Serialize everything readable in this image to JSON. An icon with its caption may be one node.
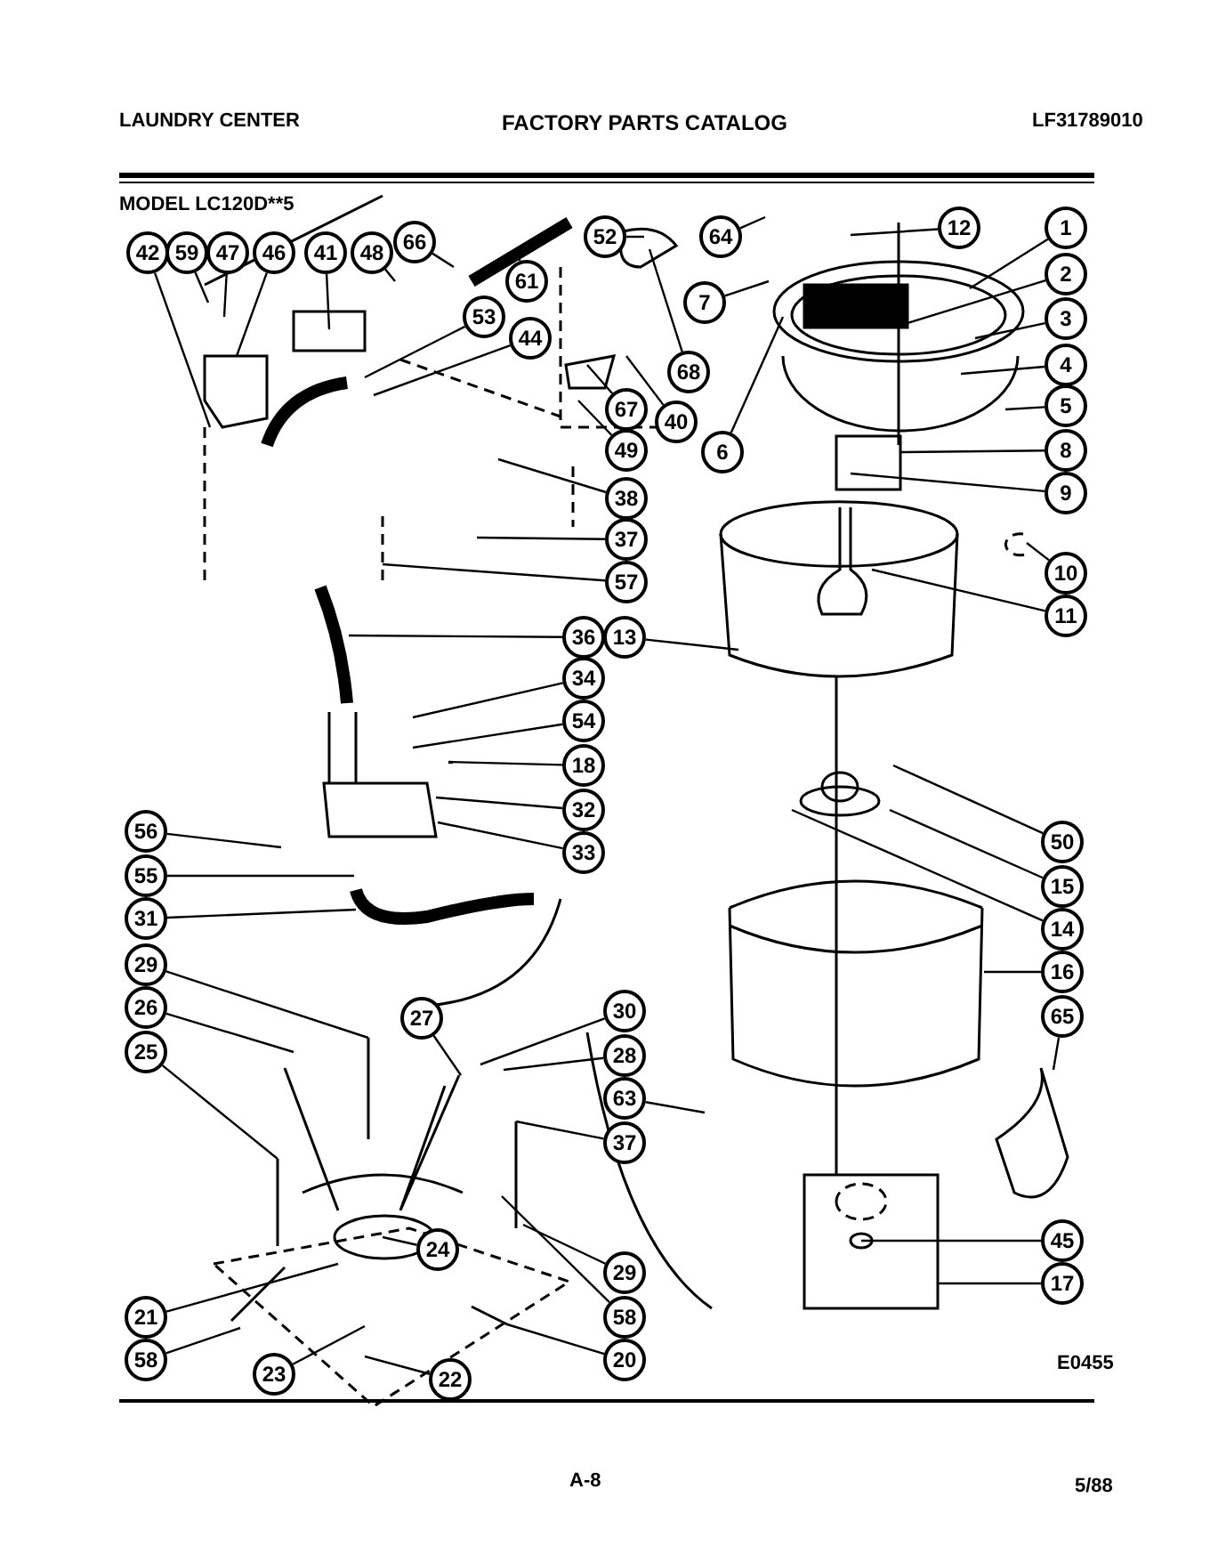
{
  "diagram": {
    "nodes": [
      {
        "text": [
          "42"
        ]
      },
      {
        "text": [
          "59"
        ]
      },
      {
        "text": [
          "47"
        ]
      },
      {
        "text": [
          "46"
        ]
      },
      {
        "text": [
          "41"
        ]
      },
      {
        "text": [
          "48"
        ]
      },
      {
        "text": [
          "66"
        ]
      },
      {
        "text": [
          "52"
        ]
      },
      {
        "text": [
          "64"
        ]
      },
      {
        "text": [
          "12"
        ]
      },
      {
        "text": [
          "1"
        ]
      },
      {
        "text": [
          "61"
        ]
      },
      {
        "text": [
          "7"
        ]
      },
      {
        "text": [
          "2"
        ]
      },
      {
        "text": [
          "53"
        ]
      },
      {
        "text": [
          "44"
        ]
      },
      {
        "text": [
          "3"
        ]
      },
      {
        "text": [
          "68"
        ]
      },
      {
        "text": [
          "4"
        ]
      },
      {
        "text": [
          "67"
        ]
      },
      {
        "text": [
          "40"
        ]
      },
      {
        "text": [
          "5"
        ]
      },
      {
        "text": [
          "49"
        ]
      },
      {
        "text": [
          "6"
        ]
      },
      {
        "text": [
          "8"
        ]
      },
      {
        "text": [
          "9"
        ]
      },
      {
        "text": [
          "38"
        ]
      },
      {
        "text": [
          "37"
        ]
      },
      {
        "text": [
          "57"
        ]
      },
      {
        "text": [
          "10"
        ]
      },
      {
        "text": [
          "11"
        ]
      },
      {
        "text": [
          "36"
        ]
      },
      {
        "text": [
          "13"
        ]
      },
      {
        "text": [
          "34"
        ]
      },
      {
        "text": [
          "54"
        ]
      },
      {
        "text": [
          "18"
        ]
      },
      {
        "text": [
          "32"
        ]
      },
      {
        "text": [
          "33"
        ]
      },
      {
        "text": [
          "56"
        ]
      },
      {
        "text": [
          "55"
        ]
      },
      {
        "text": [
          "31"
        ]
      },
      {
        "text": [
          "29"
        ]
      },
      {
        "text": [
          "26"
        ]
      },
      {
        "text": [
          "25"
        ]
      },
      {
        "text": [
          "27"
        ]
      },
      {
        "text": [
          "30"
        ]
      },
      {
        "text": [
          "28"
        ]
      },
      {
        "text": [
          "63"
        ]
      },
      {
        "text": [
          "37"
        ]
      },
      {
        "text": [
          "50"
        ]
      },
      {
        "text": [
          "15"
        ]
      },
      {
        "text": [
          "14"
        ]
      },
      {
        "text": [
          "16"
        ]
      },
      {
        "text": [
          "65"
        ]
      },
      {
        "text": [
          "29"
        ]
      },
      {
        "text": [
          "58"
        ]
      },
      {
        "text": [
          "20"
        ]
      },
      {
        "text": [
          "24"
        ]
      },
      {
        "text": [
          "21"
        ]
      },
      {
        "text": [
          "58"
        ]
      },
      {
        "text": [
          "23"
        ]
      },
      {
        "text": [
          "22"
        ]
      },
      {
        "text": [
          "45"
        ]
      },
      {
        "text": [
          "17"
        ]
      }
    ],
    "edges": [
      {
        "from": 0,
        "to": null,
        "arrow": "none"
      },
      {
        "from": 1,
        "to": null,
        "arrow": "none"
      },
      {
        "from": 2,
        "to": null,
        "arrow": "none"
      },
      {
        "from": 3,
        "to": null,
        "arrow": "none"
      },
      {
        "from": 4,
        "to": null,
        "arrow": "none"
      },
      {
        "from": 5,
        "to": null,
        "arrow": "none"
      },
      {
        "from": 6,
        "to": null,
        "arrow": "none"
      },
      {
        "from": 7,
        "to": null,
        "arrow": "none"
      },
      {
        "from": 8,
        "to": null,
        "arrow": "none"
      },
      {
        "from": 9,
        "to": null,
        "arrow": "none"
      },
      {
        "from": 10,
        "to": null,
        "arrow": "none"
      },
      {
        "from": 11,
        "to": null,
        "arrow": "none"
      },
      {
        "from": 12,
        "to": null,
        "arrow": "none"
      },
      {
        "from": 13,
        "to": null,
        "arrow": "none"
      },
      {
        "from": 14,
        "to": null,
        "arrow": "none"
      },
      {
        "from": 15,
        "to": null,
        "arrow": "none"
      },
      {
        "from": 16,
        "to": null,
        "arrow": "none"
      },
      {
        "from": 17,
        "to": null,
        "arrow": "none"
      },
      {
        "from": 18,
        "to": null,
        "arrow": "none"
      },
      {
        "from": 19,
        "to": null,
        "arrow": "none"
      },
      {
        "from": 20,
        "to": null,
        "arrow": "none"
      },
      {
        "from": 21,
        "to": null,
        "arrow": "none"
      },
      {
        "from": 22,
        "to": null,
        "arrow": "none"
      },
      {
        "from": 23,
        "to": null,
        "arrow": "none"
      },
      {
        "from": 24,
        "to": null,
        "arrow": "none"
      },
      {
        "from": 25,
        "to": null,
        "arrow": "none"
      },
      {
        "from": 26,
        "to": null,
        "arrow": "none"
      },
      {
        "from": 27,
        "to": null,
        "arrow": "none"
      },
      {
        "from": 28,
        "to": null,
        "arrow": "none"
      },
      {
        "from": 29,
        "to": null,
        "arrow": "none"
      },
      {
        "from": 30,
        "to": null,
        "arrow": "none"
      },
      {
        "from": 31,
        "to": null,
        "arrow": "none"
      },
      {
        "from": 32,
        "to": null,
        "arrow": "none"
      },
      {
        "from": 33,
        "to": null,
        "arrow": "none"
      },
      {
        "from": 34,
        "to": null,
        "arrow": "none"
      },
      {
        "from": 35,
        "to": null,
        "arrow": "none"
      },
      {
        "from": 36,
        "to": null,
        "arrow": "none"
      },
      {
        "from": 37,
        "to": null,
        "arrow": "none"
      },
      {
        "from": 38,
        "to": null,
        "arrow": "none"
      },
      {
        "from": 39,
        "to": null,
        "arrow": "none"
      },
      {
        "from": 40,
        "to": null,
        "arrow": "none"
      },
      {
        "from": 41,
        "to": null,
        "arrow": "none"
      },
      {
        "from": 42,
        "to": null,
        "arrow": "none"
      },
      {
        "from": 43,
        "to": null,
        "arrow": "none"
      },
      {
        "from": 44,
        "to": null,
        "arrow": "none"
      },
      {
        "from": 45,
        "to": null,
        "arrow": "none"
      },
      {
        "from": 46,
        "to": null,
        "arrow": "none"
      },
      {
        "from": 47,
        "to": null,
        "arrow": "none"
      },
      {
        "from": 48,
        "to": null,
        "arrow": "none"
      },
      {
        "from": 49,
        "to": null,
        "arrow": "none"
      },
      {
        "from": 50,
        "to": null,
        "arrow": "none"
      },
      {
        "from": 51,
        "to": null,
        "arrow": "none"
      },
      {
        "from": 52,
        "to": null,
        "arrow": "none"
      },
      {
        "from": 53,
        "to": null,
        "arrow": "none"
      },
      {
        "from": 54,
        "to": null,
        "arrow": "none"
      },
      {
        "from": 55,
        "to": null,
        "arrow": "none"
      },
      {
        "from": 56,
        "to": null,
        "arrow": "none"
      },
      {
        "from": 57,
        "to": null,
        "arrow": "none"
      },
      {
        "from": 58,
        "to": null,
        "arrow": "none"
      },
      {
        "from": 59,
        "to": null,
        "arrow": "none"
      },
      {
        "from": 60,
        "to": null,
        "arrow": "none"
      },
      {
        "from": 61,
        "to": null,
        "arrow": "none"
      },
      {
        "from": 62,
        "to": null,
        "arrow": "none"
      },
      {
        "from": 63,
        "to": null,
        "arrow": "none"
      }
    ],
    "labels": [
      "LAUNDRY CENTER",
      "FACTORY PARTS CATALOG",
      "LF31789010",
      "MODEL LC120D**5",
      "E0455",
      "A-8",
      "5/88"
    ]
  }
}
